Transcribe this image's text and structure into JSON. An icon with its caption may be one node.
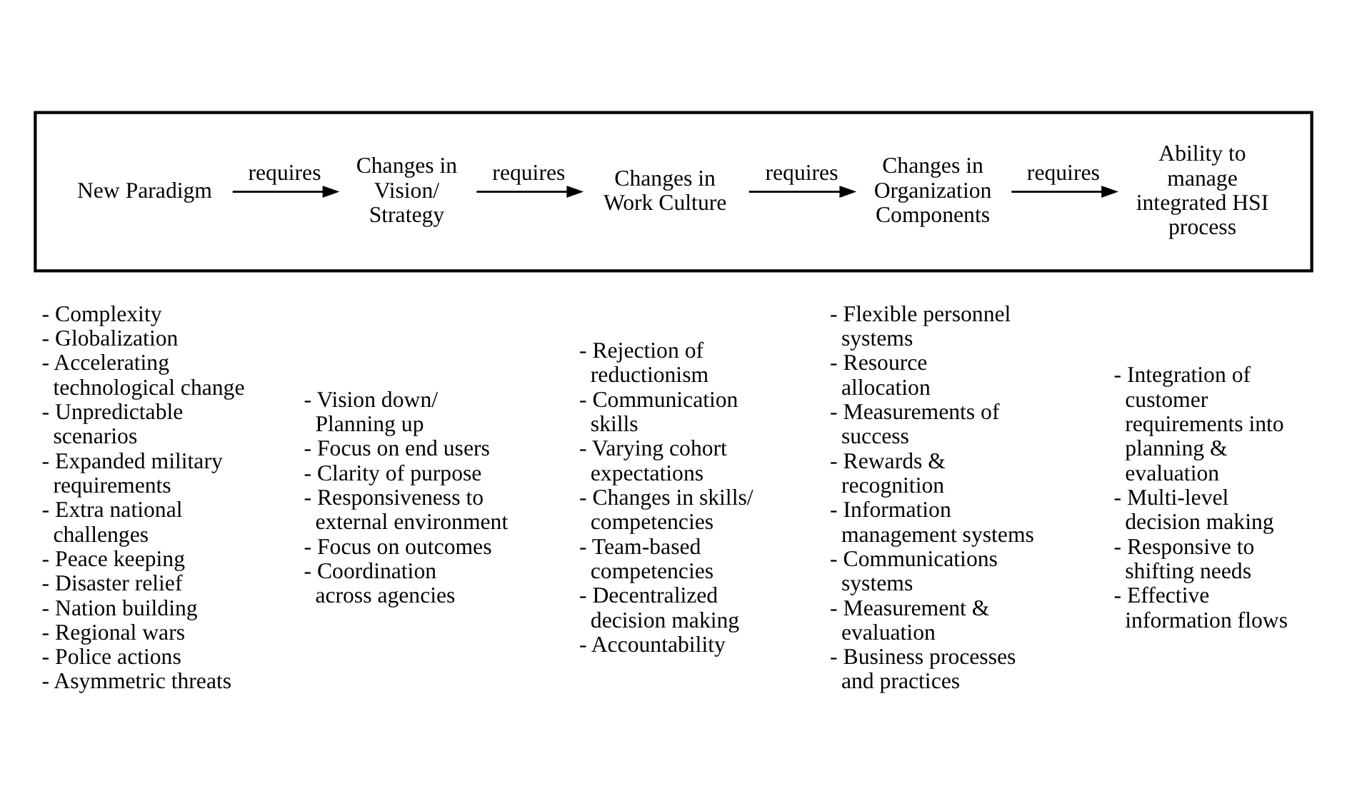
{
  "diagram": {
    "nodes": [
      {
        "text": [],
        "shape": "arrow"
      },
      {
        "text": [
          "New Paradigm"
        ],
        "in": 0,
        "beside": [
          "- Complexity",
          "- Globalization",
          "- Accelerating technological change",
          "- Unpredictable scenarios",
          "- Expanded military requirements",
          "- Extra national challenges",
          "- Peace keeping",
          "- Disaster relief",
          "- Nation building",
          "- Regional wars",
          "- Police actions",
          "- Asymmetric threats"
        ]
      },
      {
        "text": [
          "Changes in Vision/ Strategy"
        ],
        "in": 0,
        "beside": [
          "- Vision down/ Planning up",
          "- Focus on end users",
          "- Clarity of purpose",
          "- Responsiveness to external environment",
          "- Focus on outcomes",
          "- Coordination across agencies"
        ]
      },
      {
        "text": [
          "Changes in Work Culture"
        ],
        "in": 0,
        "beside": [
          "- Rejection of reductionism",
          "- Communication skills",
          "- Varying cohort expectations",
          "- Changes in skills/ competencies",
          "- Team-based competencies",
          "- Decentralized decision making",
          "- Accountability"
        ]
      },
      {
        "text": [
          "Changes in Organization Components"
        ],
        "in": 0,
        "beside": [
          "- Flexible personnel systems",
          "- Resource allocation",
          "- Measurements of success",
          "- Rewards & recognition",
          "- Information management systems",
          "- Communications systems",
          "- Measurement & evaluation",
          "- Business processes and practices"
        ]
      },
      {
        "text": [
          "Ability to manage integrated HSI process"
        ],
        "in": 0,
        "beside": [
          "- Integration of customer requirements into planning & evaluation",
          "- Multi-level decision making",
          "- Responsive to shifting needs",
          "- Effective information flows"
        ]
      }
    ],
    "edges": [
      {
        "from": 1,
        "to": 2,
        "arrow": "to",
        "label": "requires"
      },
      {
        "from": 2,
        "to": 3,
        "arrow": "to",
        "label": "requires"
      },
      {
        "from": 3,
        "to": 4,
        "arrow": "to",
        "label": "requires"
      },
      {
        "from": 4,
        "to": 5,
        "arrow": "to",
        "label": "requires"
      }
    ]
  }
}
